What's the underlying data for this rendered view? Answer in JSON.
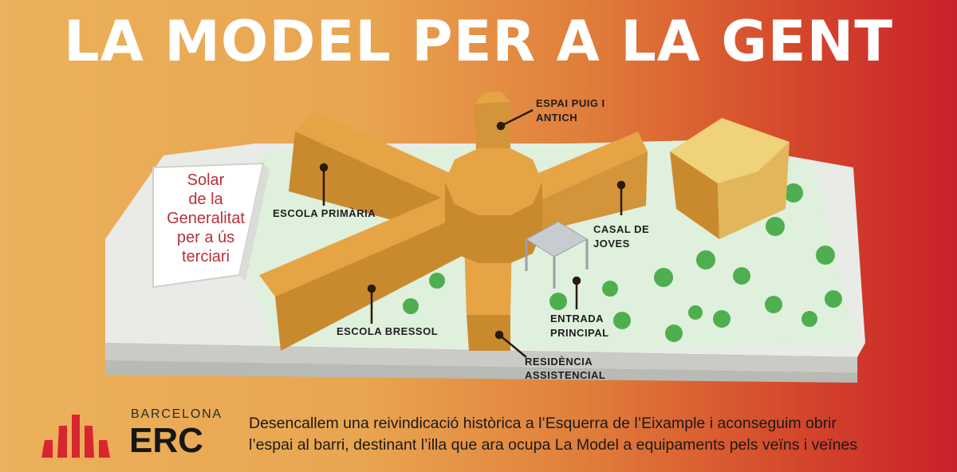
{
  "headline": "LA MODEL PER A LA GENT",
  "illustration": {
    "solar_lines": [
      "Solar",
      "de la",
      "Generalitat",
      "per a ús",
      "terciari"
    ],
    "labels": {
      "espai_line1": "ESPAI PUIG I",
      "espai_line2": "ANTICH",
      "escola_primaria": "ESCOLA PRIMÀRIA",
      "casal_line1": "CASAL DE",
      "casal_line2": "JOVES",
      "entrada_line1": "ENTRADA",
      "entrada_line2": "PRINCIPAL",
      "escola_bressol": "ESCOLA BRESSOL",
      "residencia_line1": "RESIDÈNCIA",
      "residencia_line2": "ASSISTENCIAL"
    }
  },
  "logo": {
    "city": "BARCELONA",
    "name": "ERC",
    "colors": {
      "bars": "#d7262f",
      "text": "#161616"
    }
  },
  "caption": {
    "line1": "Desencallem una reivindicació històrica a l’Esquerra de l’Eixample i aconseguim obrir",
    "line2": "l’espai al barri, destinant l’illa que ara ocupa La Model a equipaments pels veïns i veïnes"
  },
  "colors": {
    "gradient_left": "#ecb15c",
    "gradient_right": "#c9202a",
    "headline": "#ffffff",
    "building_top": "#e6a445",
    "building_side": "#c98a2e",
    "ground": "#dff0dc",
    "solar_text": "#b5323a"
  }
}
